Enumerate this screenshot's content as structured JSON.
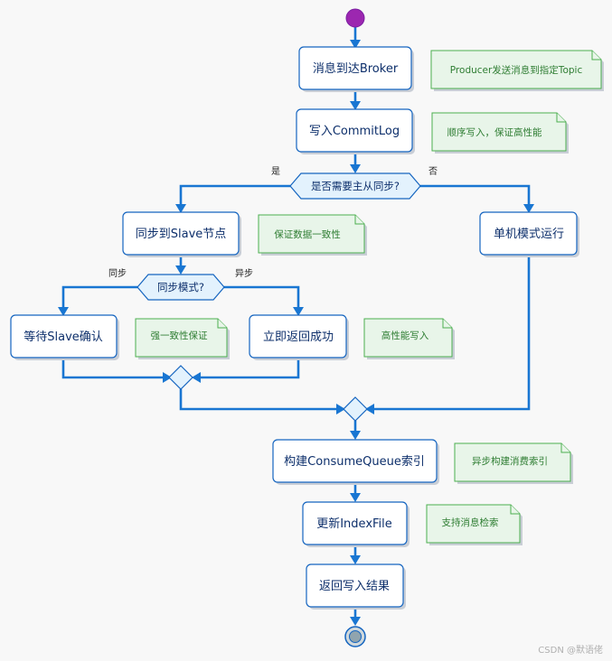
{
  "nodes": {
    "arrive": "消息到达Broker",
    "commitlog": "写入CommitLog",
    "sync_slave": "同步到Slave节点",
    "standalone": "单机模式运行",
    "wait_slave": "等待Slave确认",
    "return_now": "立即返回成功",
    "consume_queue": "构建ConsumeQueue索引",
    "index_file": "更新IndexFile",
    "return_result": "返回写入结果"
  },
  "decisions": {
    "need_sync": "是否需要主从同步?",
    "sync_mode": "同步模式?"
  },
  "branches": {
    "yes": "是",
    "no": "否",
    "sync": "同步",
    "async": "异步"
  },
  "notes": {
    "arrive": "Producer发送消息到指定Topic",
    "commitlog": "顺序写入，保证高性能",
    "sync_slave": "保证数据一致性",
    "wait_slave": "强一致性保证",
    "return_now": "高性能写入",
    "consume_queue": "异步构建消费索引",
    "index_file": "支持消息检索"
  },
  "colors": {
    "edge": "#1976d2",
    "box_border": "#1565c0",
    "note_fill": "#e8f5e9",
    "note_border": "#4caf50",
    "start": "#9c27b0"
  },
  "watermark": "CSDN @默语佬"
}
